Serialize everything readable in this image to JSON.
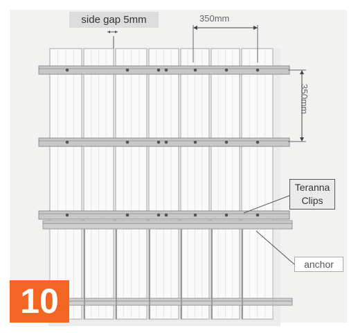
{
  "annotations": {
    "side_gap": "side gap 5mm",
    "sheet_width": "350mm",
    "batten_spacing": "350mm",
    "clips": "Teranna Clips",
    "anchor": "anchor"
  },
  "step_number": "10",
  "colors": {
    "badge": "#f26522",
    "background": "#f2f2f1",
    "sheet": "#fafafa",
    "batten": "#c4c4c4"
  }
}
